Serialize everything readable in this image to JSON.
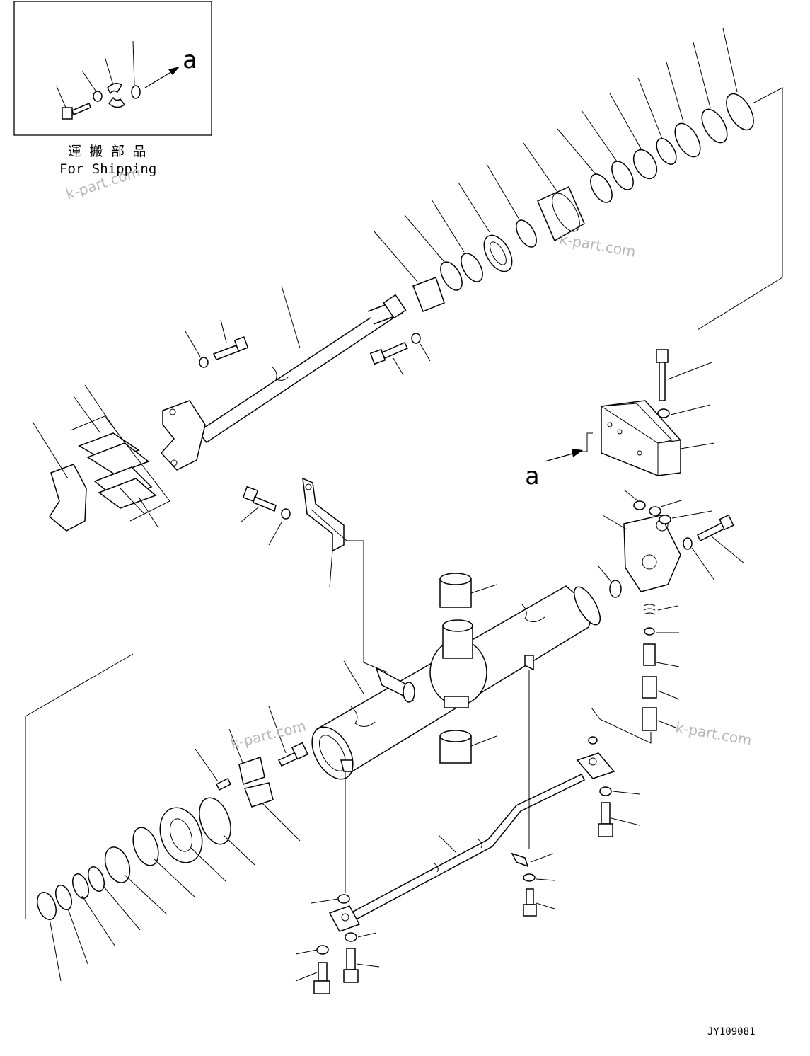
{
  "inset": {
    "title_jp": "運 搬 部 品",
    "title_en": "For Shipping",
    "arrow_label": "a"
  },
  "block_label": "a",
  "watermark": "k-part.com",
  "drawing_code": "JY109081"
}
